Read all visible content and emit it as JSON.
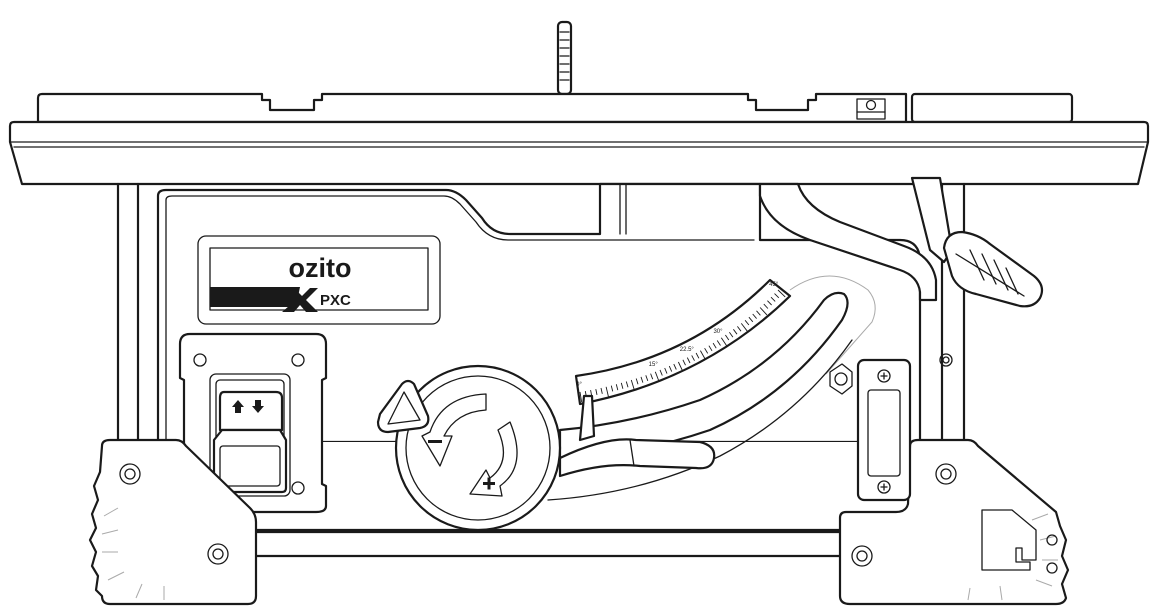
{
  "brand": {
    "name": "ozito",
    "series": "PXC",
    "logo_mark": "x-mark-logo"
  },
  "bevel_scale": {
    "labels": [
      "0°",
      "15°",
      "22.5°",
      "30°",
      "45°"
    ],
    "angles": [
      0,
      15,
      22.5,
      30,
      45
    ]
  },
  "height_wheel": {
    "minus_symbol": "−",
    "plus_symbol": "+"
  },
  "power_switch": {
    "icons": [
      "arrow-up-icon",
      "arrow-down-icon"
    ]
  },
  "colors": {
    "line": "#1a1a1a",
    "background": "#ffffff",
    "light_line": "#aaaaaa"
  }
}
